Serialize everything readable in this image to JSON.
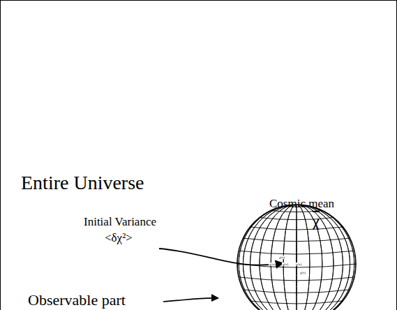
{
  "diagram": {
    "labels": [
      "Entire Universe",
      "Initial Variance",
      "<δχ²>",
      "Cosmic mean",
      "χ",
      "Observable part",
      "χ(x)",
      "χ(x)",
      "χ(x)",
      "χ(x)",
      "χ(x)"
    ]
  }
}
